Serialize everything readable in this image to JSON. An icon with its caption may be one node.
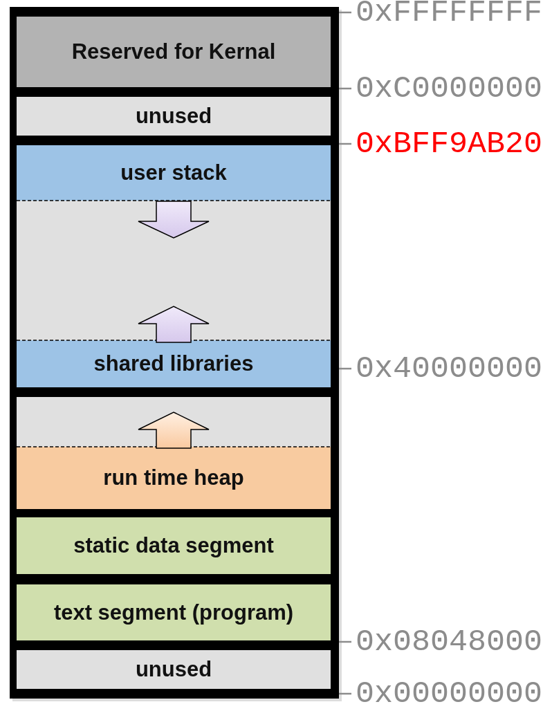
{
  "diagram": {
    "nodes": [
      {
        "text": [
          "Reserved for Kernal"
        ]
      },
      {
        "text": [
          "unused"
        ]
      },
      {
        "text": [
          "user stack"
        ]
      },
      {
        "text": [
          "shared libraries"
        ]
      },
      {
        "text": [
          "run time heap"
        ]
      },
      {
        "text": [
          "static data segment"
        ]
      },
      {
        "text": [
          "text segment (program)"
        ]
      },
      {
        "text": [
          "unused"
        ]
      }
    ],
    "edges": [],
    "labels": [
      "0xFFFFFFFF",
      "0xC0000000",
      "0xBFF9AB20",
      "0x40000000",
      "0x08048000",
      "0x00000000"
    ]
  }
}
